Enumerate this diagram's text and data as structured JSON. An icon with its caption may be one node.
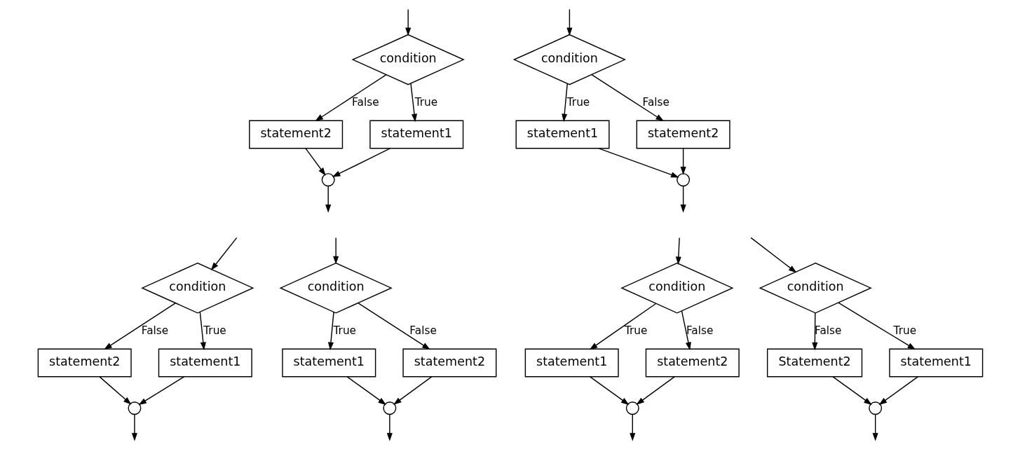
{
  "diagram": {
    "nodes": [
      {
        "text": [
          "condition"
        ]
      },
      {
        "text": [
          "statement2"
        ]
      },
      {
        "text": [
          "statement1"
        ]
      },
      {
        "text": [],
        "shape": "circle"
      },
      {
        "text": [
          "condition"
        ]
      },
      {
        "text": [
          "statement1"
        ]
      },
      {
        "text": [
          "statement2"
        ]
      },
      {
        "text": [],
        "shape": "circle"
      },
      {
        "text": [
          "condition"
        ]
      },
      {
        "text": [
          "statement2"
        ]
      },
      {
        "text": [
          "statement1"
        ]
      },
      {
        "text": [],
        "shape": "circle"
      },
      {
        "text": [
          "condition"
        ]
      },
      {
        "text": [
          "statement1"
        ]
      },
      {
        "text": [
          "statement2"
        ]
      },
      {
        "text": [],
        "shape": "circle"
      },
      {
        "text": [
          "condition"
        ]
      },
      {
        "text": [
          "statement1"
        ]
      },
      {
        "text": [
          "statement2"
        ]
      },
      {
        "text": [],
        "shape": "circle"
      },
      {
        "text": [
          "condition"
        ]
      },
      {
        "text": [
          "Statement2"
        ]
      },
      {
        "text": [
          "statement1"
        ]
      },
      {
        "text": [],
        "shape": "circle"
      }
    ],
    "edges": [
      {
        "from": null,
        "to": 0,
        "arrow": "to"
      },
      {
        "from": 0,
        "to": 1,
        "label": "False",
        "arrow": "to"
      },
      {
        "from": 0,
        "to": 2,
        "label": "True",
        "arrow": "to"
      },
      {
        "from": 1,
        "to": 3,
        "arrow": "to"
      },
      {
        "from": 2,
        "to": 3,
        "arrow": "to"
      },
      {
        "from": 3,
        "to": null,
        "arrow": "to"
      },
      {
        "from": null,
        "to": 4,
        "arrow": "to"
      },
      {
        "from": 4,
        "to": 5,
        "label": "True",
        "arrow": "to"
      },
      {
        "from": 4,
        "to": 6,
        "label": "False",
        "arrow": "to"
      },
      {
        "from": 5,
        "to": 7,
        "arrow": "to"
      },
      {
        "from": 6,
        "to": 7,
        "arrow": "to"
      },
      {
        "from": 7,
        "to": null,
        "arrow": "to"
      },
      {
        "from": null,
        "to": 8,
        "arrow": "to"
      },
      {
        "from": 8,
        "to": 9,
        "label": "False",
        "arrow": "to"
      },
      {
        "from": 8,
        "to": 10,
        "label": "True",
        "arrow": "to"
      },
      {
        "from": 9,
        "to": 11,
        "arrow": "to"
      },
      {
        "from": 10,
        "to": 11,
        "arrow": "to"
      },
      {
        "from": 11,
        "to": null,
        "arrow": "to"
      },
      {
        "from": null,
        "to": 12,
        "arrow": "to"
      },
      {
        "from": 12,
        "to": 13,
        "label": "True",
        "arrow": "to"
      },
      {
        "from": 12,
        "to": 14,
        "label": "False",
        "arrow": "to"
      },
      {
        "from": 13,
        "to": 15,
        "arrow": "to"
      },
      {
        "from": 14,
        "to": 15,
        "arrow": "to"
      },
      {
        "from": 15,
        "to": null,
        "arrow": "to"
      },
      {
        "from": null,
        "to": 16,
        "arrow": "to"
      },
      {
        "from": 16,
        "to": 17,
        "label": "True",
        "arrow": "to"
      },
      {
        "from": 16,
        "to": 18,
        "label": "False",
        "arrow": "to"
      },
      {
        "from": 17,
        "to": 19,
        "arrow": "to"
      },
      {
        "from": 18,
        "to": 19,
        "arrow": "to"
      },
      {
        "from": 19,
        "to": null,
        "arrow": "to"
      },
      {
        "from": null,
        "to": 20,
        "arrow": "to"
      },
      {
        "from": 20,
        "to": 21,
        "label": "False",
        "arrow": "to"
      },
      {
        "from": 20,
        "to": 22,
        "label": "True",
        "arrow": "to"
      },
      {
        "from": 21,
        "to": 23,
        "arrow": "to"
      },
      {
        "from": 22,
        "to": 23,
        "arrow": "to"
      },
      {
        "from": 23,
        "to": null,
        "arrow": "to"
      }
    ]
  }
}
